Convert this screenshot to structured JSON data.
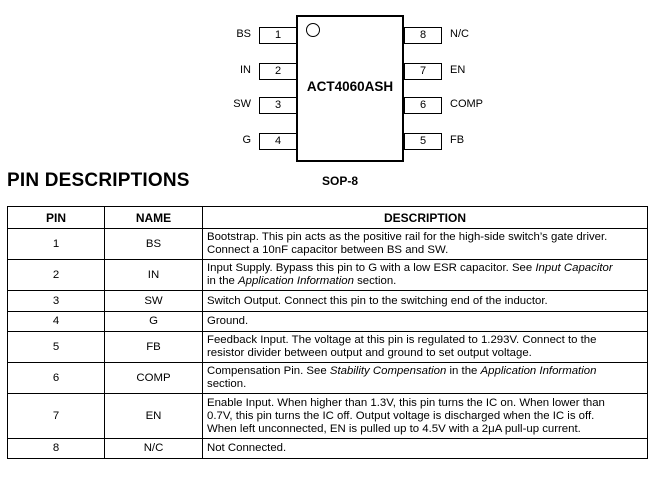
{
  "diagram": {
    "part_number": "ACT4060ASH",
    "package": "SOP-8",
    "left_pins": [
      {
        "number": "1",
        "name": "BS"
      },
      {
        "number": "2",
        "name": "IN"
      },
      {
        "number": "3",
        "name": "SW"
      },
      {
        "number": "4",
        "name": "G"
      }
    ],
    "right_pins": [
      {
        "number": "8",
        "name": "N/C"
      },
      {
        "number": "7",
        "name": "EN"
      },
      {
        "number": "6",
        "name": "COMP"
      },
      {
        "number": "5",
        "name": "FB"
      }
    ]
  },
  "section_title": "PIN DESCRIPTIONS",
  "table": {
    "headers": {
      "pin": "PIN",
      "name": "NAME",
      "description": "DESCRIPTION"
    },
    "rows": [
      {
        "pin": "1",
        "name": "BS",
        "description": [
          "Bootstrap. This pin acts as the positive rail for the high-side switch’s gate driver.",
          "Connect a 10nF capacitor between BS and SW."
        ]
      },
      {
        "pin": "2",
        "name": "IN",
        "description": [
          "Input Supply. Bypass this pin to G with a low ESR capacitor. See Input Capacitor",
          "in the Application Information section."
        ]
      },
      {
        "pin": "3",
        "name": "SW",
        "description": [
          "Switch Output. Connect this pin to the switching end of the inductor."
        ]
      },
      {
        "pin": "4",
        "name": "G",
        "description": [
          "Ground."
        ]
      },
      {
        "pin": "5",
        "name": "FB",
        "description": [
          "Feedback Input. The voltage at this pin is regulated to 1.293V. Connect to the",
          "resistor divider between output and ground to set output voltage."
        ]
      },
      {
        "pin": "6",
        "name": "COMP",
        "description": [
          "Compensation Pin. See Stability Compensation in the Application Information",
          "section."
        ]
      },
      {
        "pin": "7",
        "name": "EN",
        "description": [
          "Enable Input. When higher than 1.3V, this pin turns the IC on. When lower than",
          "0.7V, this pin turns the IC off. Output voltage is discharged when the IC is off.",
          "When left unconnected, EN is pulled up to 4.5V with a 2μA pull-up current."
        ]
      },
      {
        "pin": "8",
        "name": "N/C",
        "description": [
          "Not Connected."
        ]
      }
    ]
  }
}
